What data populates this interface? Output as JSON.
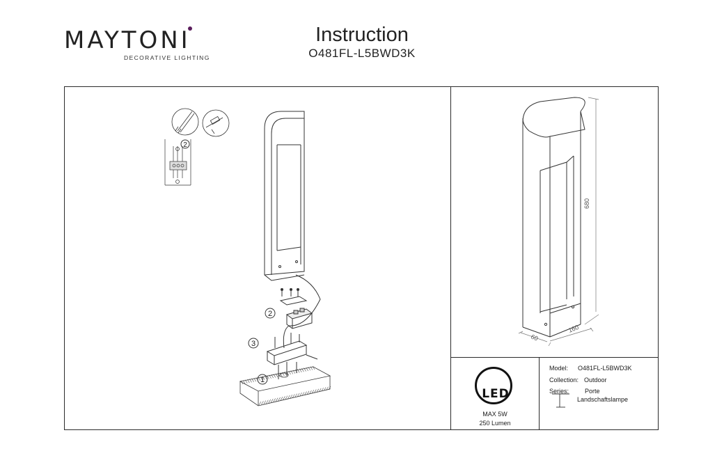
{
  "header": {
    "brand": "MAYTONI",
    "brand_tagline": "DECORATIVE LIGHTING",
    "title": "Instruction",
    "model_code": "O481FL-L5BWD3K"
  },
  "steps": [
    "1",
    "2",
    "3"
  ],
  "inset_step": "2",
  "dimensions": {
    "height": "680",
    "width": "160",
    "depth": "60"
  },
  "led": {
    "badge": "LED",
    "max_power": "MAX 5W",
    "lumen": "250 Lumen"
  },
  "specs": {
    "model_label": "Model:",
    "model_value": "O481FL-L5BWD3K",
    "collection_label": "Collection:",
    "collection_value": "Outdoor",
    "series_label": "Series:",
    "series_value": "Porte",
    "series_desc": "Landschaftslampe"
  },
  "colors": {
    "brand_accent": "#5b1d5c",
    "line": "#2a2a2a",
    "dimension_line": "#777777"
  }
}
